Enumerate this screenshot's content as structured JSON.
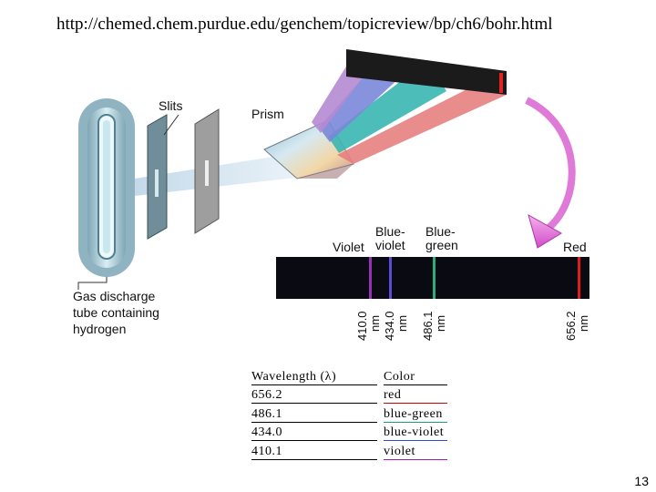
{
  "source_url": "http://chemed.chem.purdue.edu/genchem/topicreview/bp/ch6/bohr.html",
  "diagram": {
    "slits_label": "Slits",
    "prism_label": "Prism",
    "tube_label_lines": [
      "Gas discharge",
      "tube containing",
      "hydrogen"
    ],
    "spectrum_labels": {
      "violet": "Violet",
      "blue_violet": [
        "Blue-",
        "violet"
      ],
      "blue_green": [
        "Blue-",
        "green"
      ],
      "red": "Red"
    },
    "wavelength_labels": [
      [
        "410.0",
        "nm"
      ],
      [
        "434.0",
        "nm"
      ],
      [
        "486.1",
        "nm"
      ],
      [
        "656.2",
        "nm"
      ]
    ]
  },
  "table": {
    "headers": [
      "Wavelength (λ)",
      "Color"
    ],
    "rows": [
      {
        "wavelength": "656.2",
        "color": "red",
        "swatch": "#d40000"
      },
      {
        "wavelength": "486.1",
        "color": "blue-green",
        "swatch": "#1f9e6e"
      },
      {
        "wavelength": "434.0",
        "color": "blue-violet",
        "swatch": "#2750c8"
      },
      {
        "wavelength": "410.1",
        "color": "violet",
        "swatch": "#9a1fb0"
      }
    ]
  },
  "page_number": "13"
}
